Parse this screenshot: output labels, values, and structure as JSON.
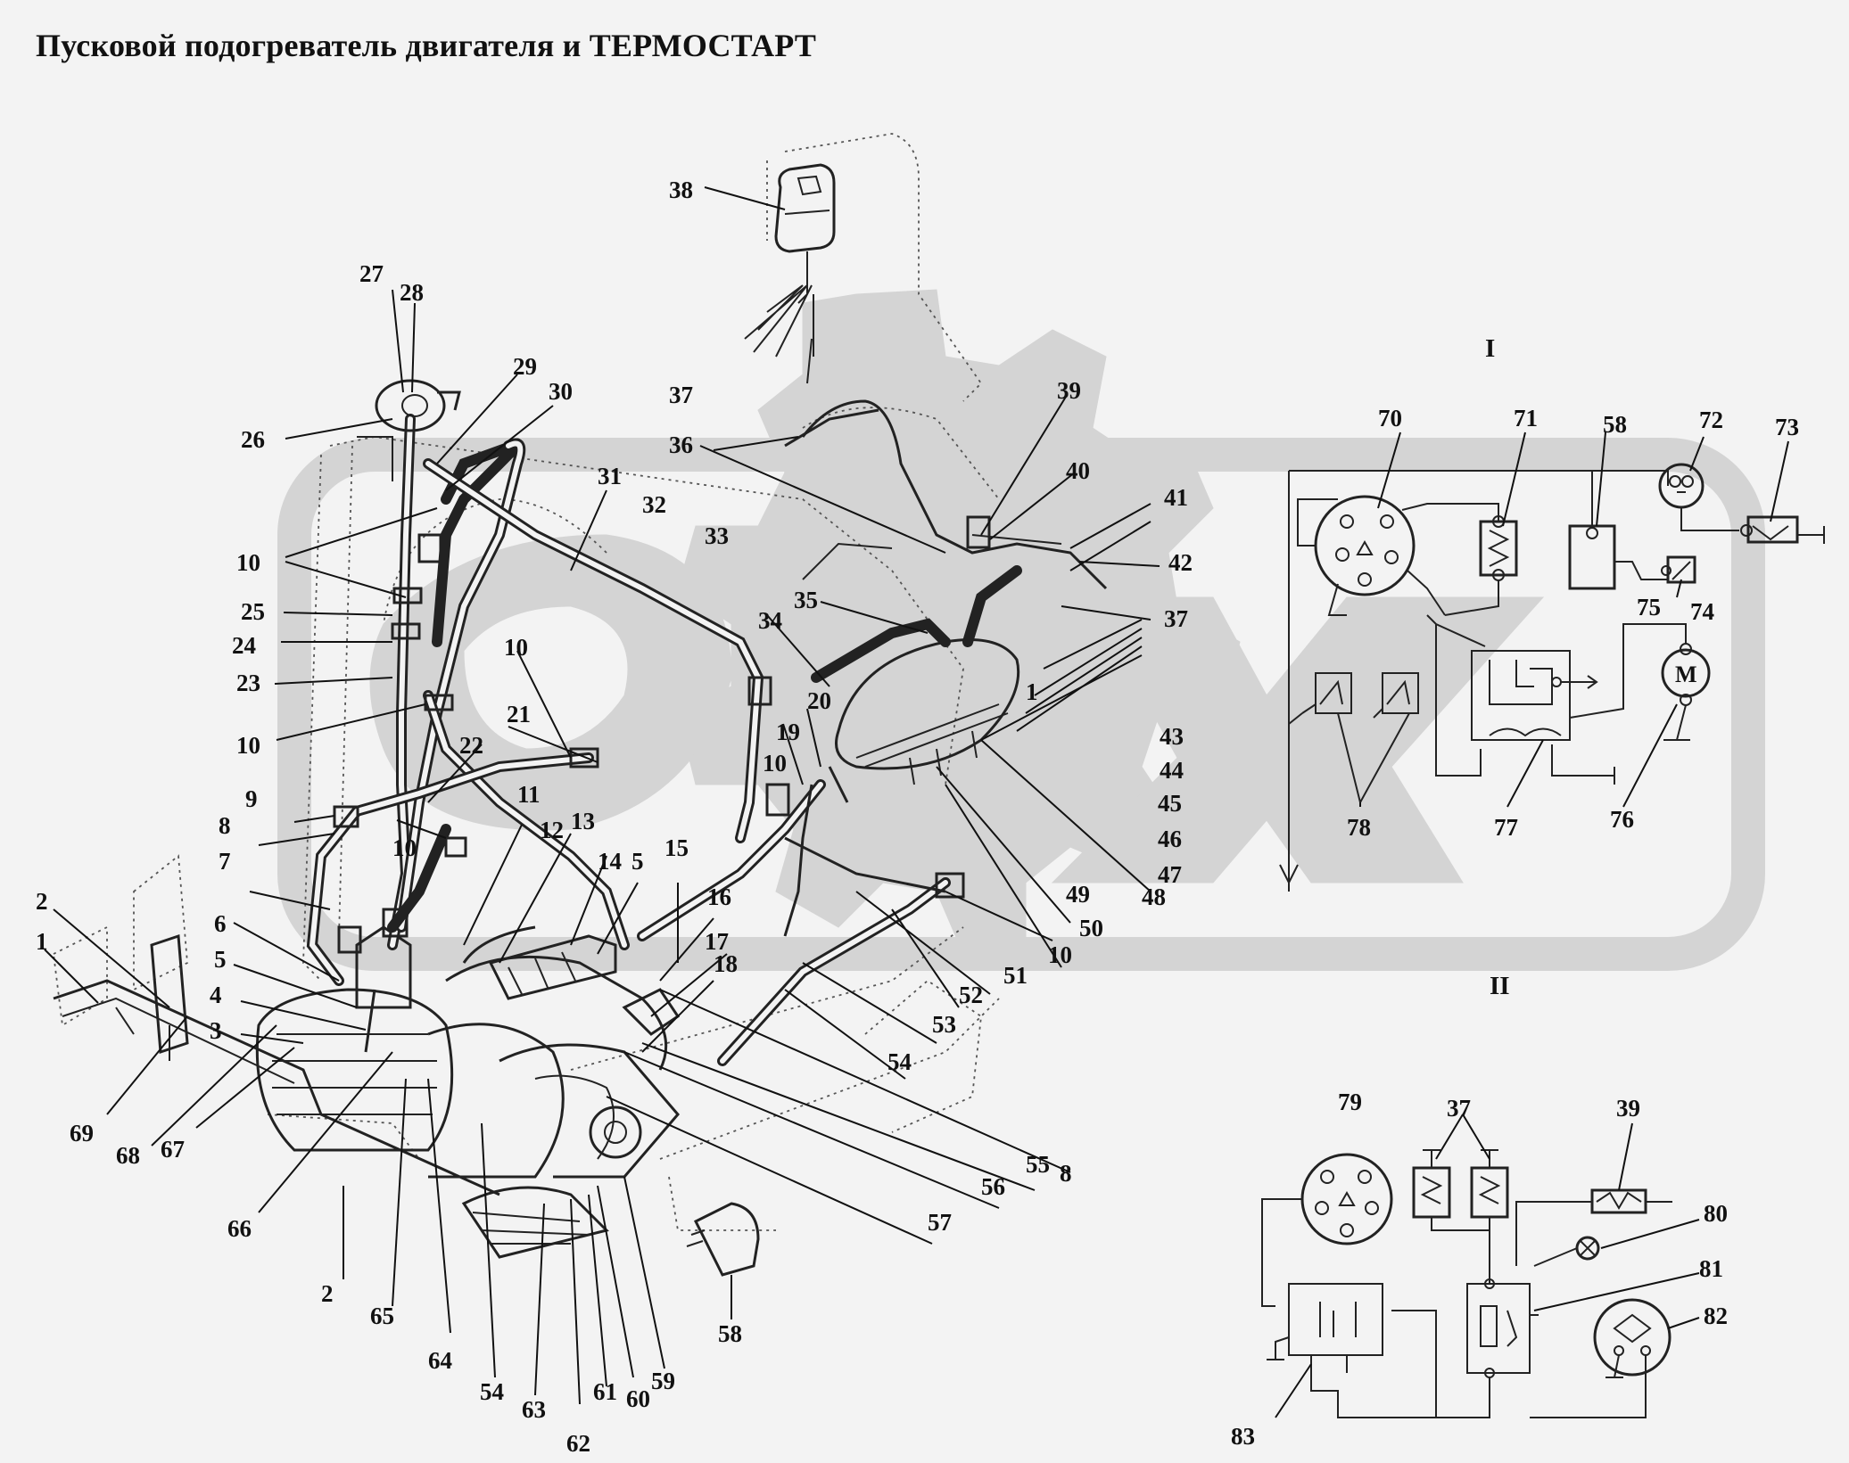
{
  "title": "Пусковой подогреватель двигателя и ТЕРМОСТАРТ",
  "watermark": {
    "color": "#d4d4d4"
  },
  "sections": [
    "I",
    "II"
  ],
  "callouts": [
    "1",
    "2",
    "3",
    "4",
    "5",
    "6",
    "7",
    "8",
    "9",
    "10",
    "11",
    "12",
    "13",
    "14",
    "15",
    "16",
    "17",
    "18",
    "19",
    "20",
    "21",
    "22",
    "23",
    "24",
    "25",
    "26",
    "27",
    "28",
    "29",
    "30",
    "31",
    "32",
    "33",
    "34",
    "35",
    "36",
    "37",
    "38",
    "39",
    "40",
    "41",
    "42",
    "43",
    "44",
    "45",
    "46",
    "47",
    "48",
    "49",
    "50",
    "51",
    "52",
    "53",
    "54",
    "55",
    "56",
    "57",
    "58",
    "59",
    "60",
    "61",
    "62",
    "63",
    "64",
    "65",
    "66",
    "67",
    "68",
    "69",
    "70",
    "71",
    "72",
    "73",
    "74",
    "75",
    "76",
    "77",
    "78",
    "79",
    "80",
    "81",
    "82",
    "83"
  ],
  "schematic_symbols": {
    "motor": "M"
  }
}
